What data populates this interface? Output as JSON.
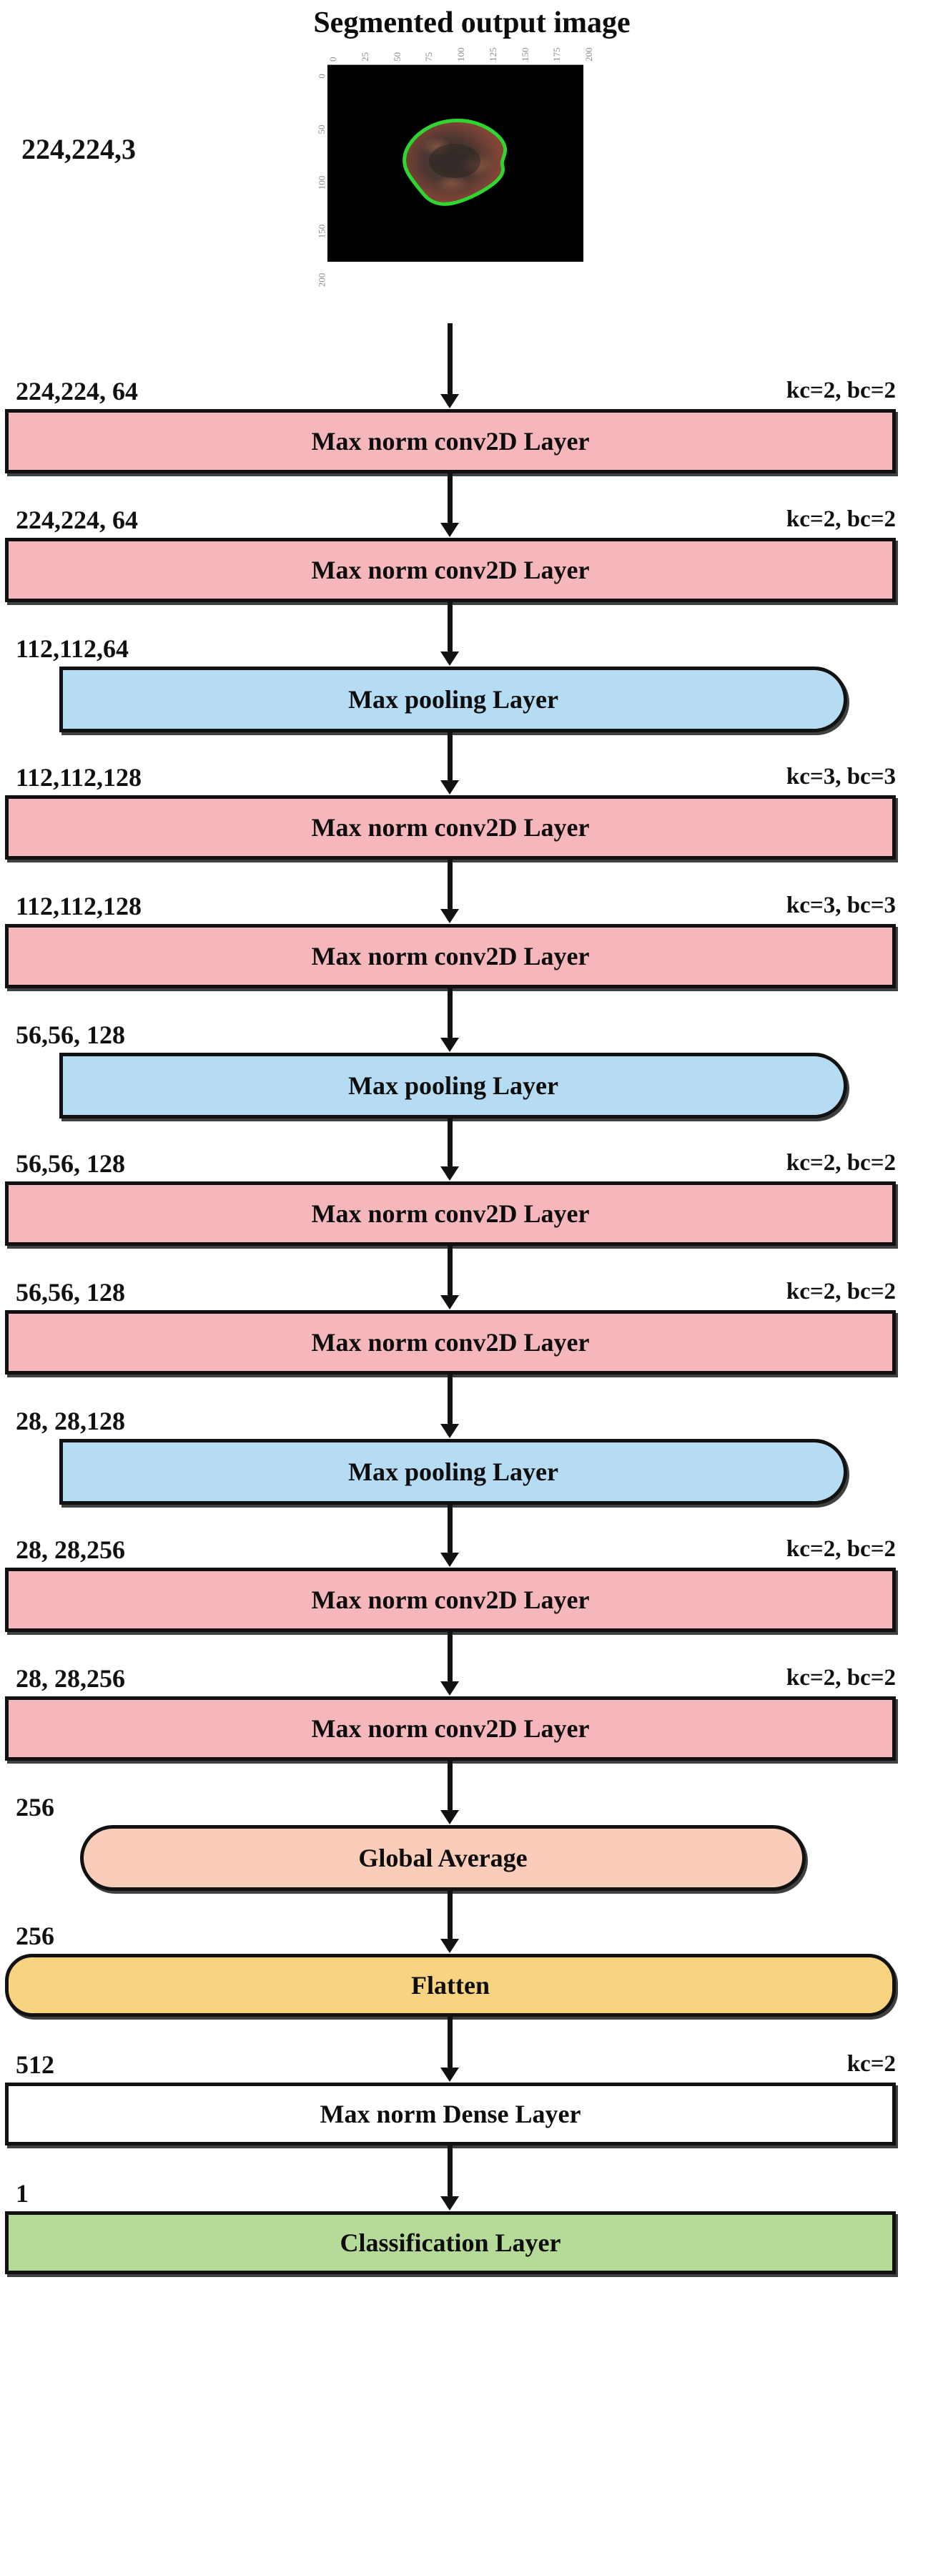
{
  "header": {
    "title": "Segmented output image",
    "input_shape_label": "224,224,3",
    "image": {
      "name": "segmented-lesion-image",
      "background_color": "#000000",
      "contour_color": "#2FD62F",
      "lesion_color": "#6b3a32",
      "x_ticks": [
        "0",
        "25",
        "50",
        "75",
        "100",
        "125",
        "150",
        "175",
        "200"
      ],
      "y_ticks": [
        "0",
        "50",
        "100",
        "150",
        "200"
      ]
    }
  },
  "flow": {
    "layers": [
      {
        "id": "conv1",
        "type": "conv",
        "label": "Max norm conv2D Layer",
        "shape": "224,224, 64",
        "params": "kc=2, bc=2"
      },
      {
        "id": "conv2",
        "type": "conv",
        "label": "Max norm conv2D Layer",
        "shape": "224,224, 64",
        "params": "kc=2, bc=2"
      },
      {
        "id": "pool1",
        "type": "pool",
        "label": "Max pooling Layer",
        "shape": "112,112,64",
        "params": ""
      },
      {
        "id": "conv3",
        "type": "conv",
        "label": "Max norm conv2D Layer",
        "shape": "112,112,128",
        "params": "kc=3, bc=3"
      },
      {
        "id": "conv4",
        "type": "conv",
        "label": "Max norm conv2D Layer",
        "shape": "112,112,128",
        "params": "kc=3, bc=3"
      },
      {
        "id": "pool2",
        "type": "pool",
        "label": "Max pooling Layer",
        "shape": "56,56, 128",
        "params": ""
      },
      {
        "id": "conv5",
        "type": "conv",
        "label": "Max norm conv2D Layer",
        "shape": "56,56, 128",
        "params": "kc=2, bc=2"
      },
      {
        "id": "conv6",
        "type": "conv",
        "label": "Max norm conv2D Layer",
        "shape": "56,56, 128",
        "params": "kc=2, bc=2"
      },
      {
        "id": "pool3",
        "type": "pool",
        "label": "Max pooling Layer",
        "shape": "28, 28,128",
        "params": ""
      },
      {
        "id": "conv7",
        "type": "conv",
        "label": "Max norm conv2D Layer",
        "shape": "28, 28,256",
        "params": "kc=2, bc=2"
      },
      {
        "id": "conv8",
        "type": "conv",
        "label": "Max norm conv2D Layer",
        "shape": "28, 28,256",
        "params": "kc=2, bc=2"
      },
      {
        "id": "gap",
        "type": "gap",
        "label": "Global Average",
        "shape": "256",
        "params": ""
      },
      {
        "id": "flatten",
        "type": "flatten",
        "label": "Flatten",
        "shape": "256",
        "params": ""
      },
      {
        "id": "dense",
        "type": "dense",
        "label": "Max norm Dense Layer",
        "shape": "512",
        "params": "kc=2"
      },
      {
        "id": "classify",
        "type": "classify",
        "label": "Classification Layer",
        "shape": "1",
        "params": ""
      }
    ],
    "colors": {
      "conv": "#F5B7BB",
      "pool": "#B5DCF2",
      "global_average": "#F9CDBA",
      "flatten": "#F8D481",
      "dense": "#FFFFFF",
      "classification": "#B6DA97",
      "outline": "#111111"
    }
  }
}
